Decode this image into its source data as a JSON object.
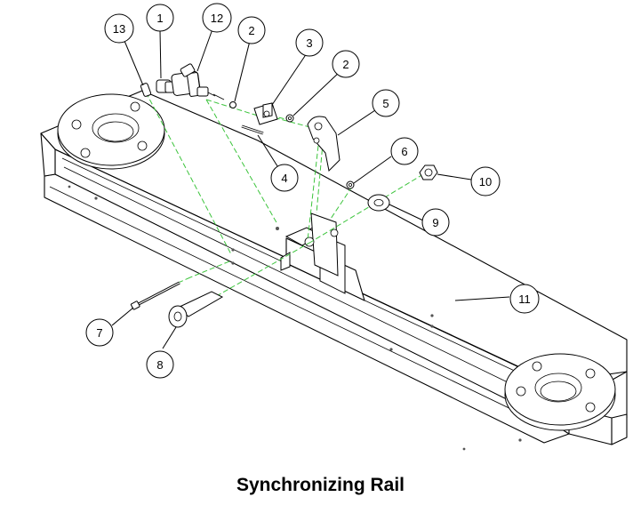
{
  "title": "Synchronizing Rail",
  "callouts": [
    {
      "id": "c13",
      "label": "13"
    },
    {
      "id": "c1",
      "label": "1"
    },
    {
      "id": "c12",
      "label": "12"
    },
    {
      "id": "c2a",
      "label": "2"
    },
    {
      "id": "c3",
      "label": "3"
    },
    {
      "id": "c2b",
      "label": "2"
    },
    {
      "id": "c5",
      "label": "5"
    },
    {
      "id": "c4",
      "label": "4"
    },
    {
      "id": "c6",
      "label": "6"
    },
    {
      "id": "c10",
      "label": "10"
    },
    {
      "id": "c9",
      "label": "9"
    },
    {
      "id": "c11",
      "label": "11"
    },
    {
      "id": "c7",
      "label": "7"
    },
    {
      "id": "c8",
      "label": "8"
    }
  ],
  "colors": {
    "assembly_path": "#3cc43c",
    "line": "#000000",
    "background": "#ffffff"
  }
}
